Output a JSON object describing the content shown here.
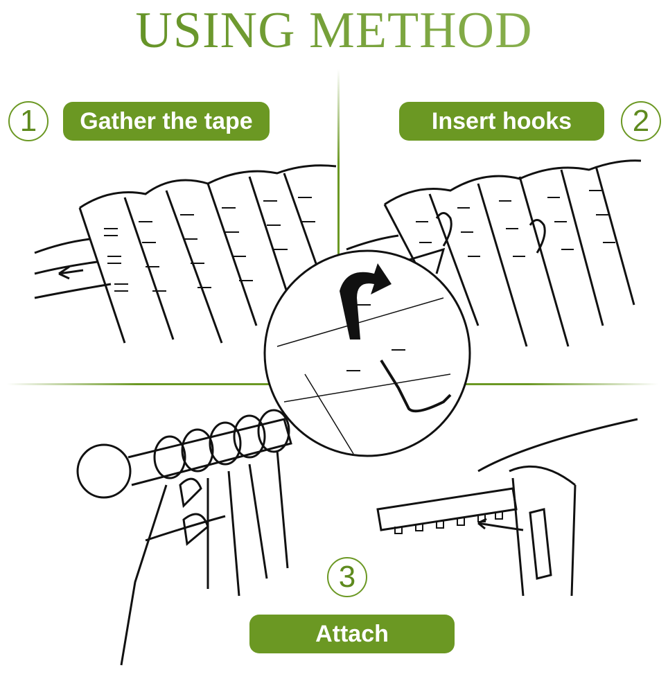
{
  "title": "USING METHOD",
  "steps": [
    {
      "number": "1",
      "label": "Gather the tape"
    },
    {
      "number": "2",
      "label": "Insert hooks"
    },
    {
      "number": "3",
      "label": "Attach"
    }
  ],
  "colors": {
    "accent": "#6b9823",
    "line": "#111111"
  }
}
